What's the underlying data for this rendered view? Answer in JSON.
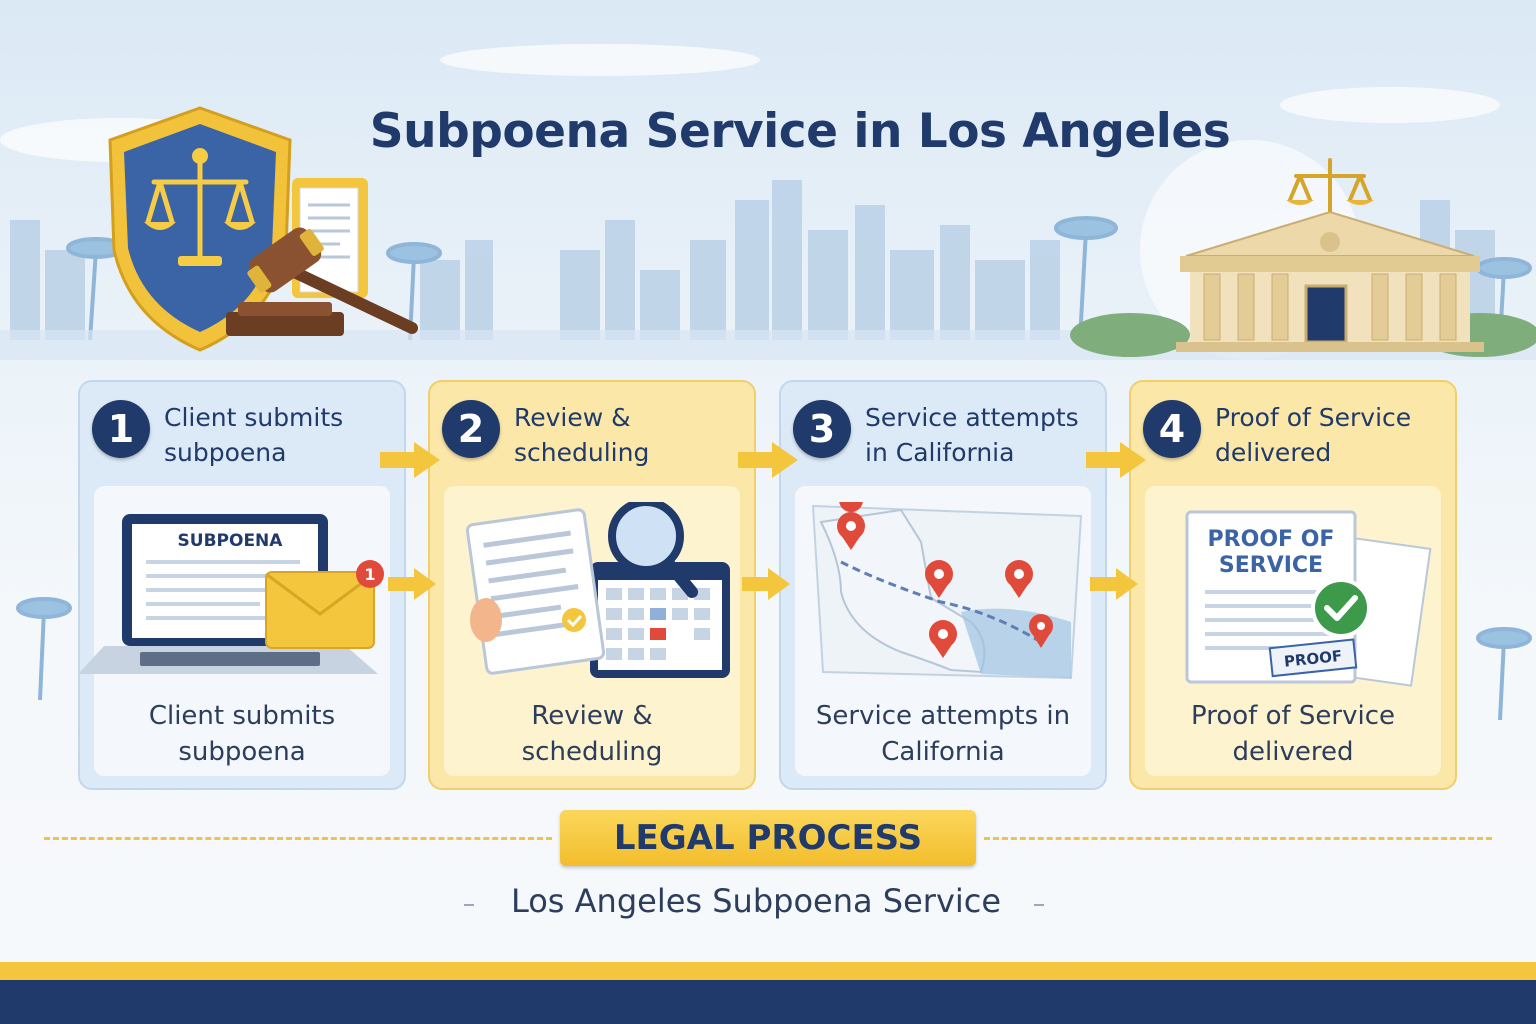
{
  "title": "Subpoena Service in Los Angeles",
  "steps": [
    {
      "number": "1",
      "heading_line1": "Client submits",
      "heading_line2": "subpoena",
      "caption_line1": "Client submits",
      "caption_line2": "subpoena",
      "document_label": "SUBPOENA",
      "notification_count": "1",
      "theme": "blue"
    },
    {
      "number": "2",
      "heading_line1": "Review &",
      "heading_line2": "scheduling",
      "caption_line1": "Review &",
      "caption_line2": "scheduling",
      "theme": "gold"
    },
    {
      "number": "3",
      "heading_line1": "Service attempts",
      "heading_line2": "in California",
      "caption_line1": "Service attempts in",
      "caption_line2": "California",
      "theme": "blue"
    },
    {
      "number": "4",
      "heading_line1": "Proof of Service",
      "heading_line2": "delivered",
      "caption_line1": "Proof of Service",
      "caption_line2": "delivered",
      "document_label_line1": "PROOF OF",
      "document_label_line2": "SERVICE",
      "stamp_label": "PROOF",
      "theme": "gold"
    }
  ],
  "ribbon": "LEGAL PROCESS",
  "subtitle": "Los Angeles Subpoena Service",
  "colors": {
    "navy": "#1f3a6b",
    "gold": "#f4c63e",
    "light_blue": "#dce9f6",
    "light_gold": "#fbe7a8",
    "pin_red": "#e04a3a",
    "check_green": "#3d9a4a"
  },
  "icons": [
    "shield-scales-icon",
    "gavel-icon",
    "folder-icon",
    "courthouse-icon",
    "laptop-icon",
    "envelope-icon",
    "document-icon",
    "magnifier-icon",
    "calendar-icon",
    "california-map-icon",
    "location-pin-icon",
    "checkmark-icon",
    "arrow-right-icon"
  ]
}
